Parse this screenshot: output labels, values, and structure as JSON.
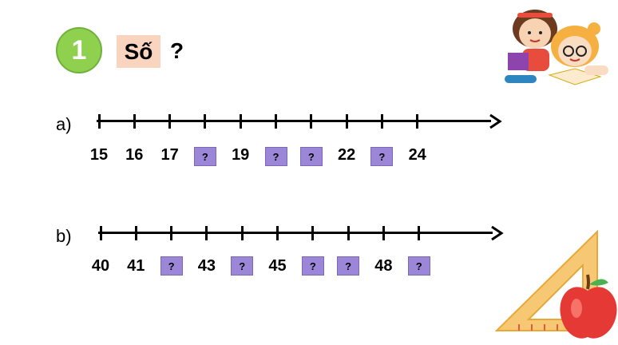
{
  "exercise": {
    "number": "1",
    "title": "Số",
    "question_mark": "?"
  },
  "part_a": {
    "label": "a)",
    "items": [
      "15",
      "16",
      "17",
      "?",
      "19",
      "?",
      "?",
      "22",
      "?",
      "24"
    ]
  },
  "part_b": {
    "label": "b)",
    "items": [
      "40",
      "41",
      "?",
      "43",
      "?",
      "45",
      "?",
      "?",
      "48",
      "?"
    ]
  },
  "colors": {
    "badge": "#8fd14f",
    "title_bg": "#f9d4bf",
    "blank_box": "#9b86d7"
  },
  "icons": [
    "children-reading-illustration",
    "set-square-icon",
    "apple-icon"
  ]
}
